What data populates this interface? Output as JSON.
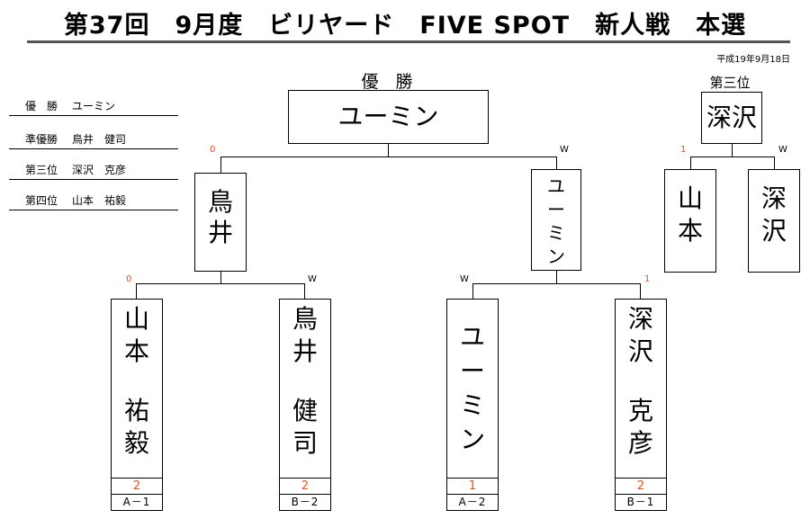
{
  "header": {
    "title": "第37回　9月度　ビリヤード　FIVE SPOT　新人戦　本選",
    "date": "平成19年9月18日"
  },
  "rankings": [
    {
      "label": "優　勝",
      "name": "ユーミン"
    },
    {
      "label": "準優勝",
      "name": "鳥井　健司"
    },
    {
      "label": "第三位",
      "name": "深沢　克彦"
    },
    {
      "label": "第四位",
      "name": "山本　祐毅"
    }
  ],
  "bracket": {
    "champion_caption": "優　勝",
    "champion": "ユーミン",
    "final_left_mark": "0",
    "final_right_mark": "W",
    "semi_left": [
      "鳥",
      "井"
    ],
    "semi_right": [
      "ユ",
      "ー",
      "ミ",
      "ン"
    ],
    "semi_left_marks": [
      "0",
      "W"
    ],
    "semi_right_marks": [
      "W",
      "1"
    ],
    "players": [
      {
        "chars_top": [
          "山",
          "本"
        ],
        "chars_bottom": [
          "祐",
          "毅"
        ],
        "score": "2",
        "slot": "A－1"
      },
      {
        "chars_top": [
          "鳥",
          "井"
        ],
        "chars_bottom": [
          "健",
          "司"
        ],
        "score": "2",
        "slot": "B－2"
      },
      {
        "chars_top": [
          "ユ",
          "ー",
          "ミ",
          "ン"
        ],
        "chars_bottom": [],
        "score": "1",
        "slot": "A－2"
      },
      {
        "chars_top": [
          "深",
          "沢"
        ],
        "chars_bottom": [
          "克",
          "彦"
        ],
        "score": "2",
        "slot": "B－1"
      }
    ]
  },
  "third_place": {
    "caption": "第三位",
    "winner": "深沢",
    "left_mark": "1",
    "right_mark": "W",
    "left": [
      "山",
      "本"
    ],
    "right": [
      "深",
      "沢"
    ]
  }
}
